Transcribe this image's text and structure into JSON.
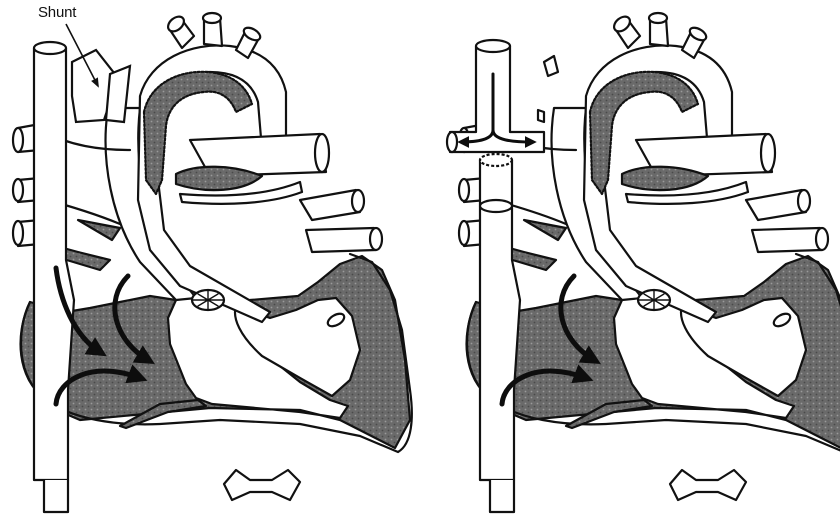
{
  "figure": {
    "callout_label": "Shunt",
    "panels": [
      {
        "id": "left",
        "shows_shunt_tube": true,
        "shows_svc_split_flow": false
      },
      {
        "id": "right",
        "shows_shunt_tube": false,
        "shows_svc_split_flow": true
      }
    ],
    "colors": {
      "line": "#111111",
      "shading": "#6a6a6a",
      "vessel_fill": "#ffffff",
      "arrow": "#0d0d0d"
    }
  }
}
